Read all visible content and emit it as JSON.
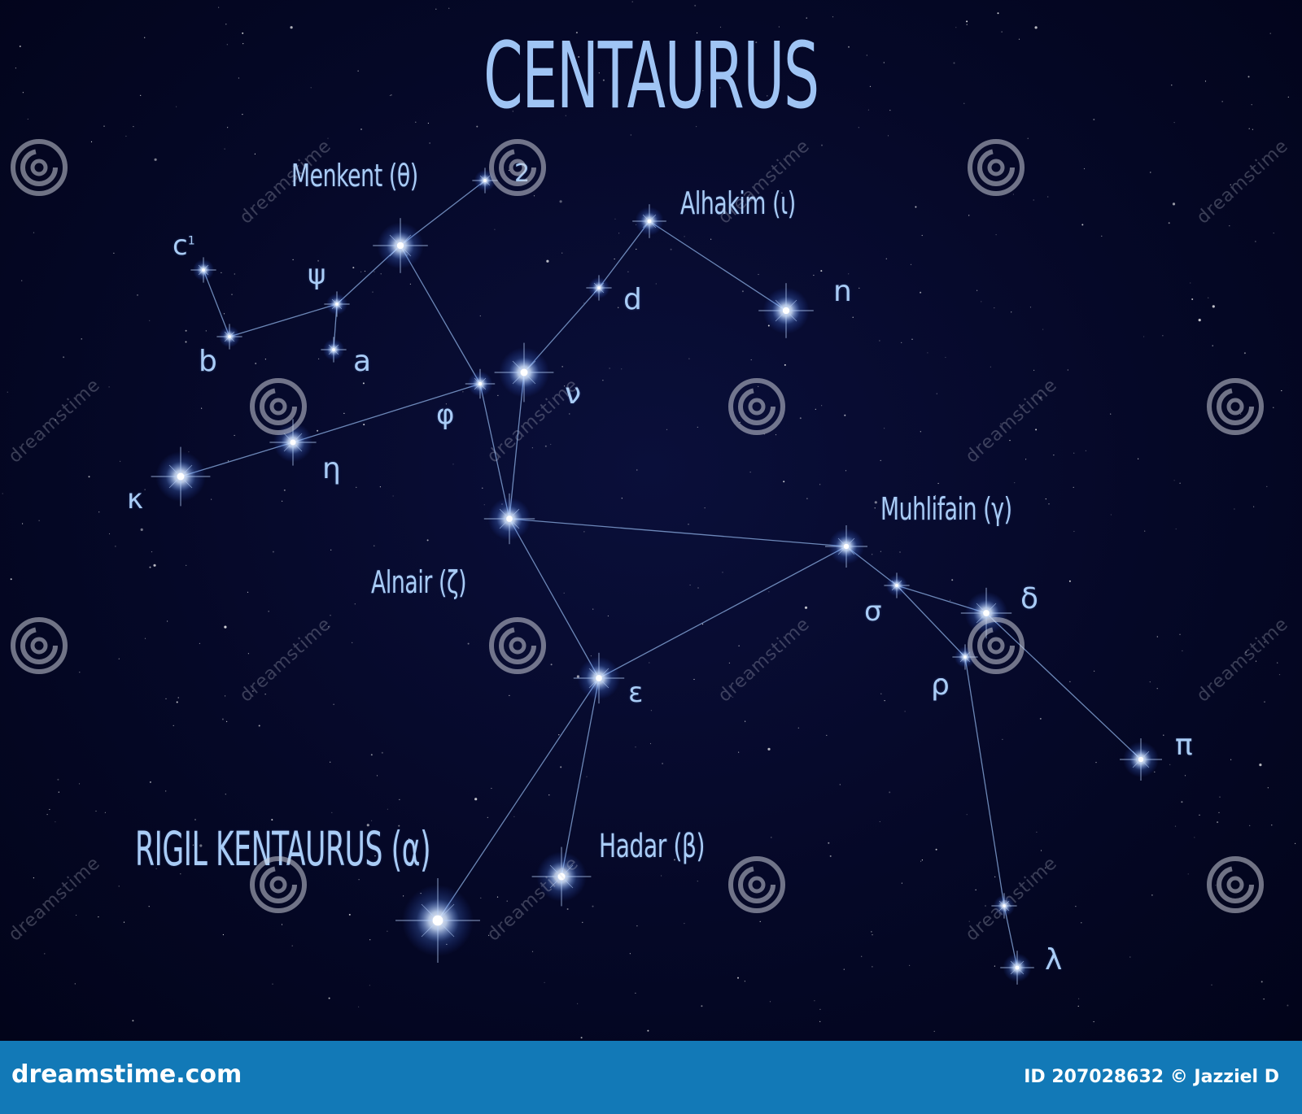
{
  "title": "CENTAURUS",
  "colors": {
    "sky": "#050827",
    "label": "#a9ccf6",
    "line": "#8fb2e6",
    "star_core": "#ffffff",
    "star_glow": "#7fb0ff",
    "footer": "#1279b7"
  },
  "stars": [
    {
      "id": "menkent",
      "label": "Menkent (θ)"
    },
    {
      "id": "two",
      "label": "2"
    },
    {
      "id": "alhakim",
      "label": "Alhakim (ι)"
    },
    {
      "id": "n",
      "label": "n"
    },
    {
      "id": "d",
      "label": "d"
    },
    {
      "id": "c1",
      "label": "c"
    },
    {
      "id": "psi",
      "label": "ψ"
    },
    {
      "id": "b",
      "label": "b"
    },
    {
      "id": "a",
      "label": "a"
    },
    {
      "id": "phi",
      "label": "φ"
    },
    {
      "id": "nu",
      "label": "ν"
    },
    {
      "id": "eta",
      "label": "η"
    },
    {
      "id": "kappa",
      "label": "κ"
    },
    {
      "id": "alnair",
      "label": "Alnair (ζ)"
    },
    {
      "id": "muhlifain",
      "label": "Muhlifain (γ)"
    },
    {
      "id": "sigma",
      "label": "σ"
    },
    {
      "id": "delta",
      "label": "δ"
    },
    {
      "id": "rho",
      "label": "ρ"
    },
    {
      "id": "epsilon",
      "label": "ε"
    },
    {
      "id": "pi",
      "label": "π"
    },
    {
      "id": "hadar",
      "label": "Hadar (β)"
    },
    {
      "id": "rigil",
      "label": "RIGIL KENTAURUS (α)"
    },
    {
      "id": "lambda_upper",
      "label": ""
    },
    {
      "id": "lambda",
      "label": "λ"
    }
  ],
  "c1_superscript": "1",
  "connections": [
    [
      "two",
      "menkent"
    ],
    [
      "menkent",
      "psi"
    ],
    [
      "psi",
      "b"
    ],
    [
      "b",
      "c1"
    ],
    [
      "psi",
      "a"
    ],
    [
      "menkent",
      "phi"
    ],
    [
      "phi",
      "eta"
    ],
    [
      "eta",
      "kappa"
    ],
    [
      "phi",
      "alnair"
    ],
    [
      "nu",
      "alnair"
    ],
    [
      "nu",
      "d"
    ],
    [
      "d",
      "alhakim"
    ],
    [
      "alhakim",
      "n"
    ],
    [
      "alnair",
      "muhlifain"
    ],
    [
      "alnair",
      "epsilon"
    ],
    [
      "epsilon",
      "muhlifain"
    ],
    [
      "epsilon",
      "rigil"
    ],
    [
      "epsilon",
      "hadar"
    ],
    [
      "muhlifain",
      "sigma"
    ],
    [
      "sigma",
      "delta"
    ],
    [
      "delta",
      "pi"
    ],
    [
      "sigma",
      "rho"
    ],
    [
      "rho",
      "lambda_upper"
    ],
    [
      "lambda_upper",
      "lambda"
    ]
  ],
  "watermark_text": "dreamstime",
  "footer": {
    "logo": "dreamstime.com",
    "id_text": "ID 207028632 © Jazziel D"
  }
}
